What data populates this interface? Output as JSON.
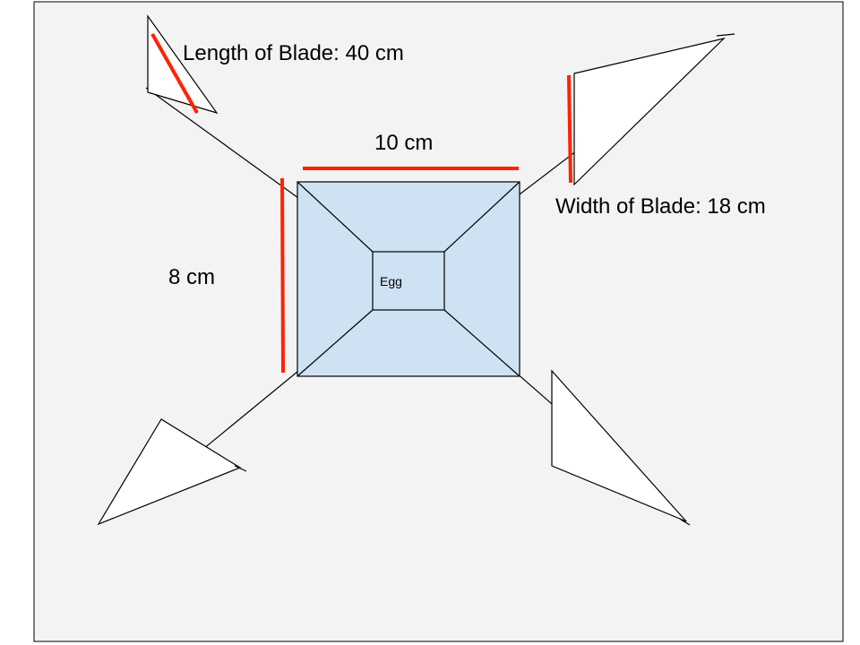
{
  "labels": {
    "blade_length": "Length of Blade: 40 cm",
    "blade_width": "Width of Blade: 18 cm",
    "top_dimension": "10 cm",
    "side_dimension": "8 cm",
    "center": "Egg"
  },
  "colors": {
    "canvas_background": "#f3f3f3",
    "box_fill": "#cfe2f3",
    "measure_line": "#ff2200",
    "outline": "#000000"
  }
}
